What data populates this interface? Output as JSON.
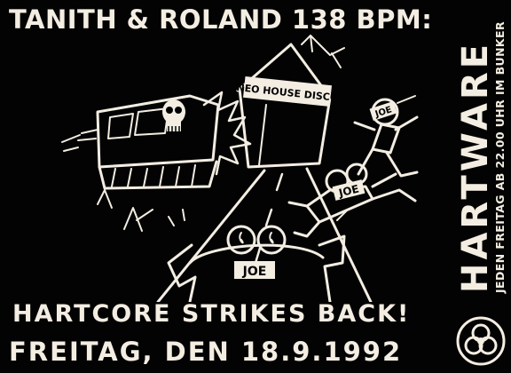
{
  "header": {
    "title": "TANITH & ROLAND 138 BPM:"
  },
  "tent_sign": "NEO HOUSE DISCO",
  "joe_tag": "JOE",
  "tagline": "HARTCORE STRIKES BACK!",
  "date_line": "FREITAG, DEN 18.9.1992",
  "side_brand": "HARTWARE",
  "side_info": "JEDEN FREITAG AB 22.00 UHR IM BUNKER",
  "icons": [
    "skull-icon",
    "biohazard-icon"
  ],
  "colors": {
    "background": "#030303",
    "ink": "#f3ede2"
  }
}
